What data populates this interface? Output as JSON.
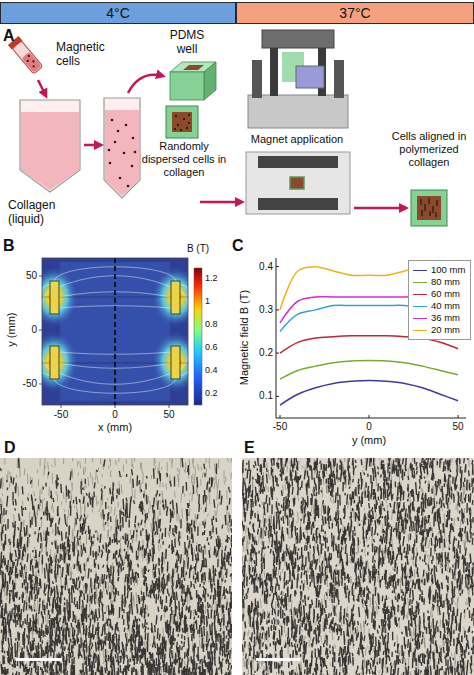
{
  "diagram": {
    "nodes": [
      {
        "text": [
          "4°C"
        ]
      },
      {
        "text": [
          "37°C"
        ]
      }
    ],
    "labels": [
      "A",
      "Magnetic cells",
      "PDMS well",
      "Collagen (liquid)",
      "Randomly dispersed cells in collagen",
      "Magnet application",
      "Cells aligned in polymerized collagen",
      "B",
      "50",
      "0",
      "-50",
      "y (mm)",
      "-50",
      "0",
      "50",
      "x (mm)",
      "B (T)",
      "1.2",
      "1",
      "0.8",
      "0.6",
      "0.4",
      "0.2",
      "C",
      "0.4",
      "0.3",
      "0.2",
      "0.1",
      "Magnetic field B (T)",
      "-50",
      "0",
      "50",
      "y (mm)",
      "D",
      "E"
    ],
    "legend": [
      {
        "text": "100 mm"
      },
      {
        "text": "80 mm"
      },
      {
        "text": "60 mm"
      },
      {
        "text": "40 mm"
      },
      {
        "text": "36 mm"
      },
      {
        "text": "20 mm"
      }
    ]
  }
}
